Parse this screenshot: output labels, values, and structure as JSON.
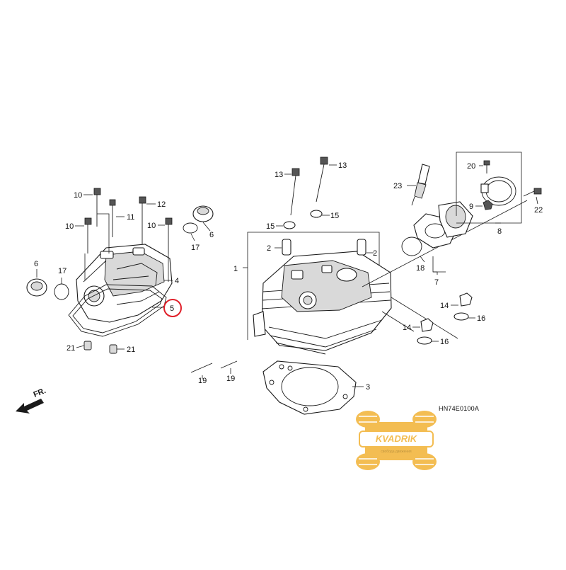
{
  "diagram": {
    "drawing_code": "HN74E0100A",
    "front_label": "FR.",
    "highlight_color": "#e0202a",
    "highlighted_callout": "5",
    "watermark": {
      "brand": "KVADRIK",
      "tagline": "свобода движения",
      "color": "#f2b640"
    },
    "callouts": {
      "c1": "1",
      "c2a": "2",
      "c2b": "2",
      "c3": "3",
      "c4": "4",
      "c5": "5",
      "c6a": "6",
      "c6b": "6",
      "c7": "7",
      "c8": "8",
      "c9": "9",
      "c10a": "10",
      "c10b": "10",
      "c10c": "10",
      "c11": "11",
      "c12": "12",
      "c13a": "13",
      "c13b": "13",
      "c14a": "14",
      "c14b": "14",
      "c15a": "15",
      "c15b": "15",
      "c16a": "16",
      "c16b": "16",
      "c17a": "17",
      "c17b": "17",
      "c18": "18",
      "c19a": "19",
      "c19b": "19",
      "c20": "20",
      "c21a": "21",
      "c21b": "21",
      "c22": "22",
      "c23": "23"
    }
  }
}
